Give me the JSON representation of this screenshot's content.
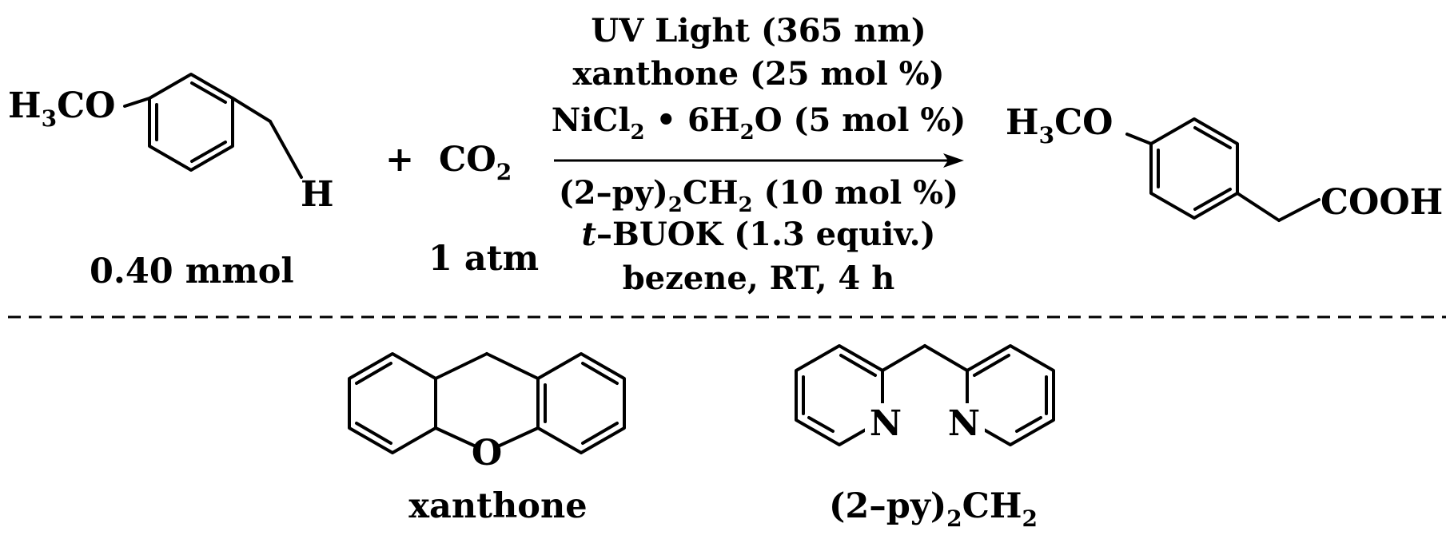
{
  "reactant": {
    "group_left": "H",
    "group_sub": "3",
    "group_right": "CO",
    "terminal_atom": "H",
    "amount": "0.40 mmol"
  },
  "plus_sign": "+",
  "co2": {
    "main": "CO",
    "sub": "2",
    "pressure": "1 atm"
  },
  "conditions": {
    "line1": "UV Light (365 nm)",
    "line2": "xanthone (25 mol %)",
    "line3_a": "NiCl",
    "line3_sub1": "2",
    "line3_b": " • 6H",
    "line3_sub2": "2",
    "line3_c": "O (5 mol %)",
    "line4_a": "(2–py)",
    "line4_sub1": "2",
    "line4_b": "CH",
    "line4_sub2": "2",
    "line4_c": " (10 mol %)",
    "line5_italic": "t",
    "line5_rest": "–BUOK (1.3 equiv.)",
    "line6": "bezene, RT, 4 h"
  },
  "product": {
    "group_left": "H",
    "group_sub": "3",
    "group_right": "CO",
    "acid_group": "COOH"
  },
  "catalysts": {
    "xanthone_heteroatom": "O",
    "xanthone_label": "xanthone",
    "dipyridyl_n_left": "N",
    "dipyridyl_n_right": "N",
    "dipyridyl_label_a": "(2–py)",
    "dipyridyl_label_sub1": "2",
    "dipyridyl_label_b": "CH",
    "dipyridyl_label_sub2": "2"
  }
}
